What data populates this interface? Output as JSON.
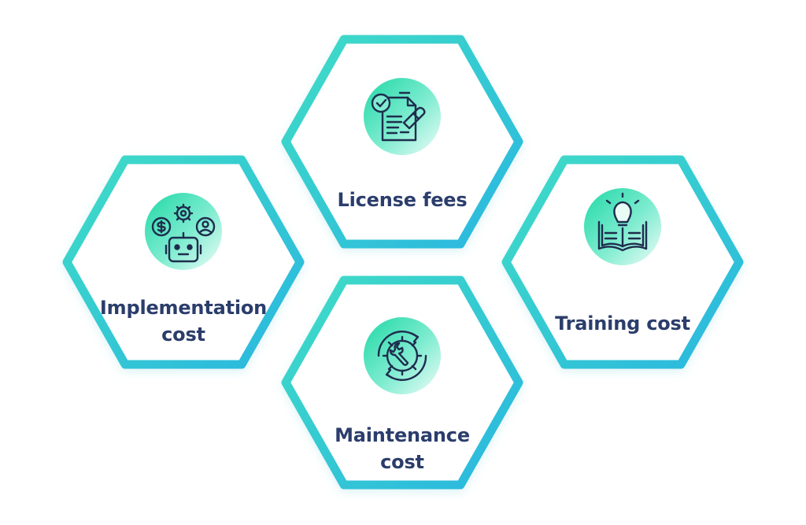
{
  "colors": {
    "hex_border_start": "#3cd6c7",
    "hex_border_end": "#2fb9e2",
    "hex_fill": "#ffffff",
    "icon_circle_start": "#2bdfb0",
    "icon_circle_end": "#e9fbf6",
    "icon_stroke": "#1e2d4e",
    "label_text": "#2b3d6b"
  },
  "hexagons": [
    {
      "id": "license-fees",
      "label_lines": [
        "License fees"
      ],
      "icon": "license-document-stamp-icon"
    },
    {
      "id": "implementation-cost",
      "label_lines": [
        "Implementation",
        "cost"
      ],
      "icon": "robot-settings-icon"
    },
    {
      "id": "training-cost",
      "label_lines": [
        "Training cost"
      ],
      "icon": "book-lightbulb-icon"
    },
    {
      "id": "maintenance-cost",
      "label_lines": [
        "Maintenance",
        "cost"
      ],
      "icon": "gear-wrench-icon"
    }
  ]
}
